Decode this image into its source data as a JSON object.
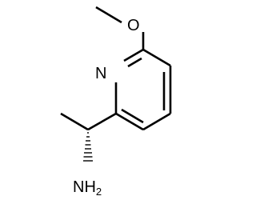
{
  "molecule": {
    "atoms": {
      "oxygen": "O",
      "nitrogen": "N",
      "amine": {
        "main": "NH",
        "subscript": "2"
      }
    },
    "colors": {
      "bond": "#000000",
      "text": "#000000",
      "background": "#ffffff"
    }
  }
}
